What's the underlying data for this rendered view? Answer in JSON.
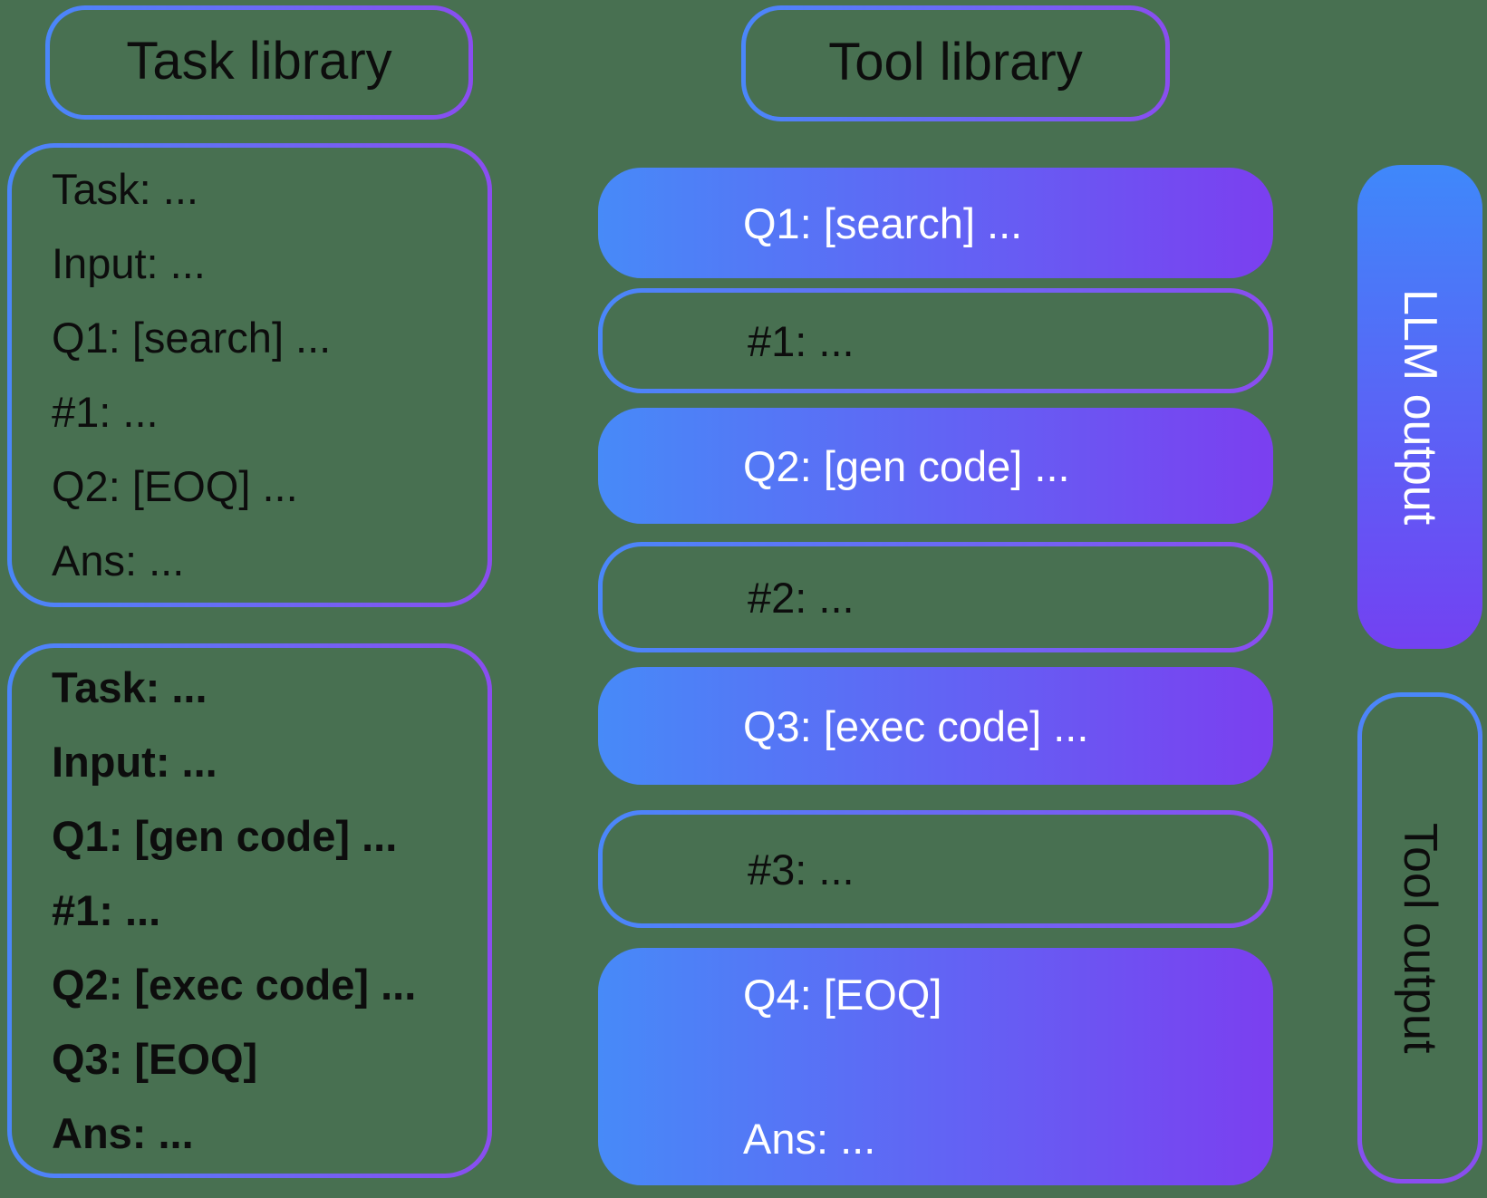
{
  "colors": {
    "background": "#487051",
    "gradient_blue": "#478af8",
    "gradient_purple": "#7b3ff0",
    "border_blue": "#4a87fa",
    "border_purple": "#8a4df0",
    "text_black": "#0d0d0d",
    "text_white": "#ffffff"
  },
  "task_library": {
    "title": "Task library",
    "examples": [
      {
        "lines": [
          "Task: ...",
          "Input: ...",
          "Q1: [search] ...",
          "#1: ...",
          "Q2: [EOQ] ...",
          "Ans: ..."
        ]
      },
      {
        "lines": [
          "Task: ...",
          "Input: ...",
          "Q1: [gen code] ...",
          "#1: ...",
          "Q2: [exec code] ...",
          "Q3: [EOQ]",
          "Ans: ..."
        ]
      }
    ]
  },
  "tool_library": {
    "title": "Tool library",
    "steps": [
      {
        "kind": "llm",
        "text": "Q1: [search] ..."
      },
      {
        "kind": "tool",
        "text": "#1: ..."
      },
      {
        "kind": "llm",
        "text": "Q2: [gen code] ..."
      },
      {
        "kind": "tool",
        "text": "#2: ..."
      },
      {
        "kind": "llm",
        "text": "Q3: [exec code] ..."
      },
      {
        "kind": "tool",
        "text": "#3: ..."
      },
      {
        "kind": "llm",
        "lines": [
          "Q4: [EOQ]",
          "Ans: ..."
        ]
      }
    ]
  },
  "outputs": {
    "llm_label": "LLM output",
    "tool_label": "Tool output"
  }
}
